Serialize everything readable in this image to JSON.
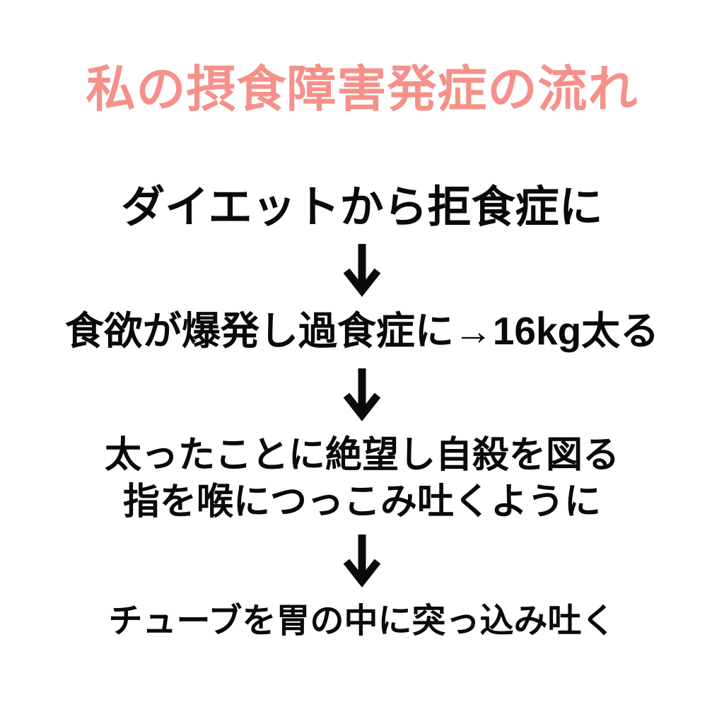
{
  "page": {
    "background_color": "#ffffff",
    "title": {
      "text": "私の摂食障害発症の流れ",
      "color": "#f5918a"
    },
    "flow": {
      "text_color": "#0a0a0a",
      "steps": [
        {
          "lines": [
            "ダイエットから拒食症に"
          ]
        },
        {
          "lines": [
            "食欲が爆発し過食症に→16kg太る"
          ]
        },
        {
          "lines": [
            "太ったことに絶望し自殺を図る",
            "指を喉につっこみ吐くように"
          ]
        },
        {
          "lines": [
            "チューブを胃の中に突っ込み吐く"
          ]
        }
      ],
      "arrow_glyph": "↓"
    }
  }
}
